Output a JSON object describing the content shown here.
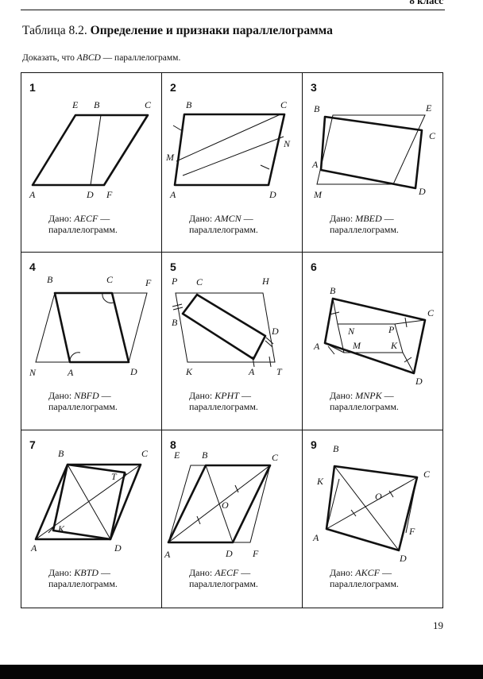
{
  "header": {
    "grade_label": "8 класс"
  },
  "title": {
    "table_number": "Таблица 8.2.",
    "heading": "Определение и признаки параллелограмма"
  },
  "instruction": {
    "prefix": "Доказать, что ",
    "figure": "ABCD",
    "suffix": " — параллелограмм."
  },
  "cells": [
    {
      "number": "1",
      "given_prefix": "Дано: ",
      "given_figure": "AECF",
      "given_suffix": " —",
      "given_line2": "параллелограмм.",
      "labels": {
        "E": "E",
        "B": "B",
        "C": "C",
        "A": "A",
        "D": "D",
        "F": "F"
      }
    },
    {
      "number": "2",
      "given_prefix": "Дано: ",
      "given_figure": "AMCN",
      "given_suffix": " —",
      "given_line2": "параллелограмм.",
      "labels": {
        "B": "B",
        "C": "C",
        "M": "M",
        "N": "N",
        "A": "A",
        "D": "D"
      }
    },
    {
      "number": "3",
      "given_prefix": "Дано: ",
      "given_figure": "MBED",
      "given_suffix": " —",
      "given_line2": "параллелограмм.",
      "labels": {
        "B": "B",
        "E": "E",
        "C": "C",
        "A": "A",
        "M": "M",
        "D": "D"
      }
    },
    {
      "number": "4",
      "given_prefix": "Дано: ",
      "given_figure": "NBFD",
      "given_suffix": " —",
      "given_line2": "параллелограмм.",
      "labels": {
        "B": "B",
        "C": "C",
        "F": "F",
        "N": "N",
        "A": "A",
        "D": "D"
      }
    },
    {
      "number": "5",
      "given_prefix": "Дано: ",
      "given_figure": "KPHT",
      "given_suffix": " —",
      "given_line2": "параллелограмм.",
      "labels": {
        "P": "P",
        "C": "C",
        "H": "H",
        "B": "B",
        "D": "D",
        "K": "K",
        "A": "A",
        "T": "T"
      }
    },
    {
      "number": "6",
      "given_prefix": "Дано: ",
      "given_figure": "MNPK",
      "given_suffix": " —",
      "given_line2": "параллелограмм.",
      "labels": {
        "B": "B",
        "C": "C",
        "N": "N",
        "P": "P",
        "M": "M",
        "K": "K",
        "A": "A",
        "D": "D"
      }
    },
    {
      "number": "7",
      "given_prefix": "Дано: ",
      "given_figure": "KBTD",
      "given_suffix": " —",
      "given_line2": "параллелограмм.",
      "labels": {
        "B": "B",
        "C": "C",
        "T": "T",
        "K": "K",
        "A": "A",
        "D": "D"
      }
    },
    {
      "number": "8",
      "given_prefix": "Дано: ",
      "given_figure": "AECF",
      "given_suffix": " —",
      "given_line2": "параллелограмм.",
      "labels": {
        "E": "E",
        "B": "B",
        "C": "C",
        "O": "O",
        "A": "A",
        "D": "D",
        "F": "F"
      }
    },
    {
      "number": "9",
      "given_prefix": "Дано: ",
      "given_figure": "AKCF",
      "given_suffix": " —",
      "given_line2": "параллелограмм.",
      "labels": {
        "B": "B",
        "K": "K",
        "C": "C",
        "O": "O",
        "A": "A",
        "F": "F",
        "D": "D"
      }
    }
  ],
  "page_number": "19"
}
